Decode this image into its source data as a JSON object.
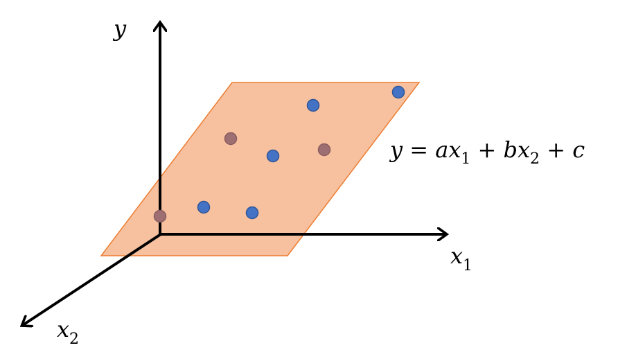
{
  "labels": {
    "y_axis": "y",
    "x1_axis": {
      "base": "x",
      "sub": "1"
    },
    "x2_axis": {
      "base": "x",
      "sub": "2"
    },
    "equation": [
      {
        "t": "y = ax"
      },
      {
        "t": "1",
        "sub": true
      },
      {
        "t": " + bx"
      },
      {
        "t": "2",
        "sub": true
      },
      {
        "t": " + c"
      }
    ]
  },
  "colors": {
    "plane_fill": "#f7c09e",
    "plane_stroke": "#ed7d31",
    "axis": "#000000",
    "point_above": "#4472c4",
    "point_above_stroke": "#2f5597",
    "point_below": "#9e6f72",
    "point_below_stroke": "#8a5c5f"
  },
  "points": [
    {
      "kind": "above"
    },
    {
      "kind": "above"
    },
    {
      "kind": "below"
    },
    {
      "kind": "above"
    },
    {
      "kind": "below"
    },
    {
      "kind": "above"
    },
    {
      "kind": "above"
    },
    {
      "kind": "below"
    }
  ]
}
